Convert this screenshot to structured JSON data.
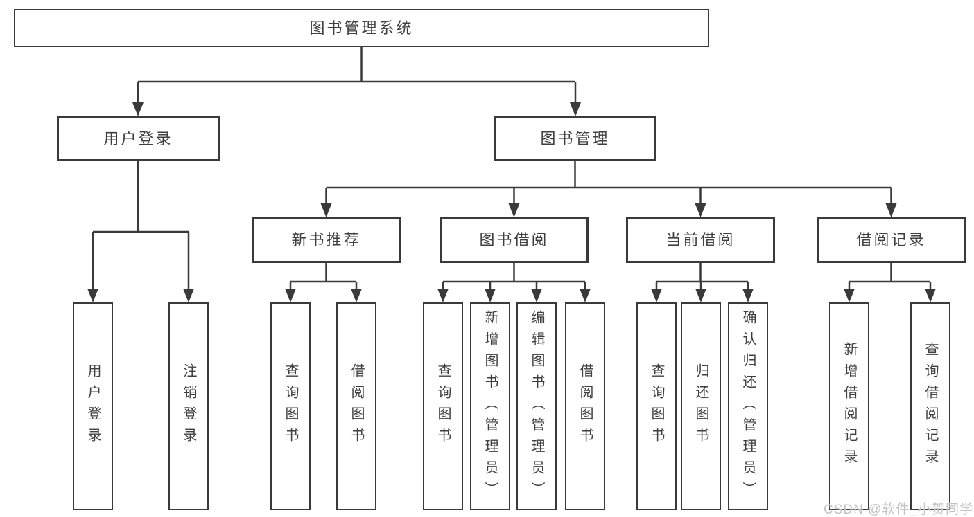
{
  "title": "图书管理系统",
  "colors": {
    "line": "#3a3a3a",
    "text": "#3f3f3f",
    "box_background": "#ffffff",
    "watermark": "#c3c3c3"
  },
  "watermark": {
    "text": "CSDN @软件_小贺同学"
  },
  "tree": {
    "root": {
      "label": "图书管理系统"
    },
    "branches": [
      {
        "label": "用户登录",
        "children": [
          {
            "label": "用户登录"
          },
          {
            "label": "注销登录"
          }
        ]
      },
      {
        "label": "图书管理",
        "children": [
          {
            "label": "新书推荐",
            "children": [
              {
                "label": "查询图书"
              },
              {
                "label": "借阅图书"
              }
            ]
          },
          {
            "label": "图书借阅",
            "children": [
              {
                "label": "查询图书"
              },
              {
                "label": "新增图书（管理员）"
              },
              {
                "label": "编辑图书（管理员）"
              },
              {
                "label": "借阅图书"
              }
            ]
          },
          {
            "label": "当前借阅",
            "children": [
              {
                "label": "查询图书"
              },
              {
                "label": "归还图书"
              },
              {
                "label": "确认归还（管理员）"
              }
            ]
          },
          {
            "label": "借阅记录",
            "children": [
              {
                "label": "新增借阅记录"
              },
              {
                "label": "查询借阅记录"
              }
            ]
          }
        ]
      }
    ]
  }
}
